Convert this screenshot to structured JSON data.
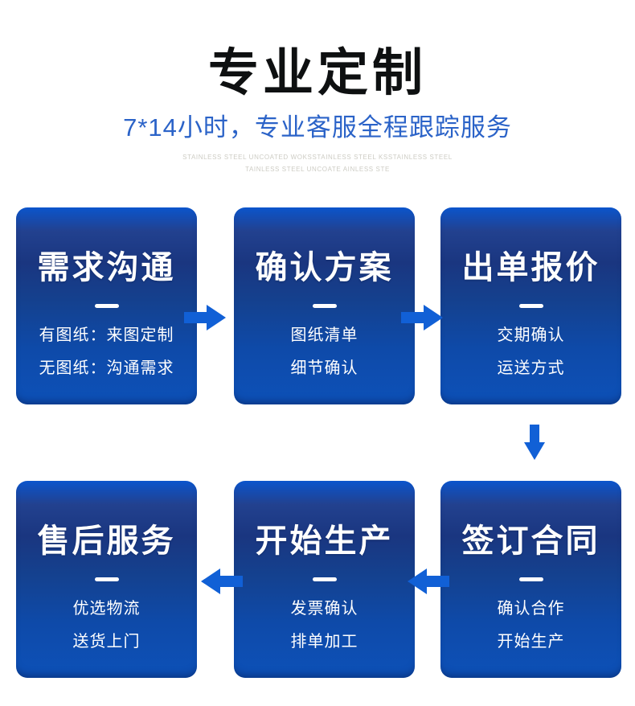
{
  "header": {
    "title": "专业定制",
    "subtitle": "7*14小时，专业客服全程跟踪服务",
    "watermark_lines": [
      "STAINLESS STEEL UNCOATED WOKSSTAINLESS STEEL KSSTAINLESS STEEL",
      "TAINLESS STEEL UNCOATE AINLESS STE"
    ]
  },
  "steps": [
    {
      "title": "需求沟通",
      "lines": [
        "有图纸：来图定制",
        "无图纸：沟通需求"
      ]
    },
    {
      "title": "确认方案",
      "lines": [
        "图纸清单",
        "细节确认"
      ]
    },
    {
      "title": "出单报价",
      "lines": [
        "交期确认",
        "运送方式"
      ]
    },
    {
      "title": "签订合同",
      "lines": [
        "确认合作",
        "开始生产"
      ]
    },
    {
      "title": "开始生产",
      "lines": [
        "发票确认",
        "排单加工"
      ]
    },
    {
      "title": "售后服务",
      "lines": [
        "优选物流",
        "送货上门"
      ]
    }
  ],
  "colors": {
    "arrow_blue": "#1160d6",
    "card_gradient_top": "#0b55cc",
    "card_gradient_dark": "#1a3680",
    "card_gradient_bottom": "#0d51b8",
    "title_black": "#0e1011",
    "subtitle_blue": "#2b63c8",
    "watermark_gray": "#cdccc4"
  }
}
